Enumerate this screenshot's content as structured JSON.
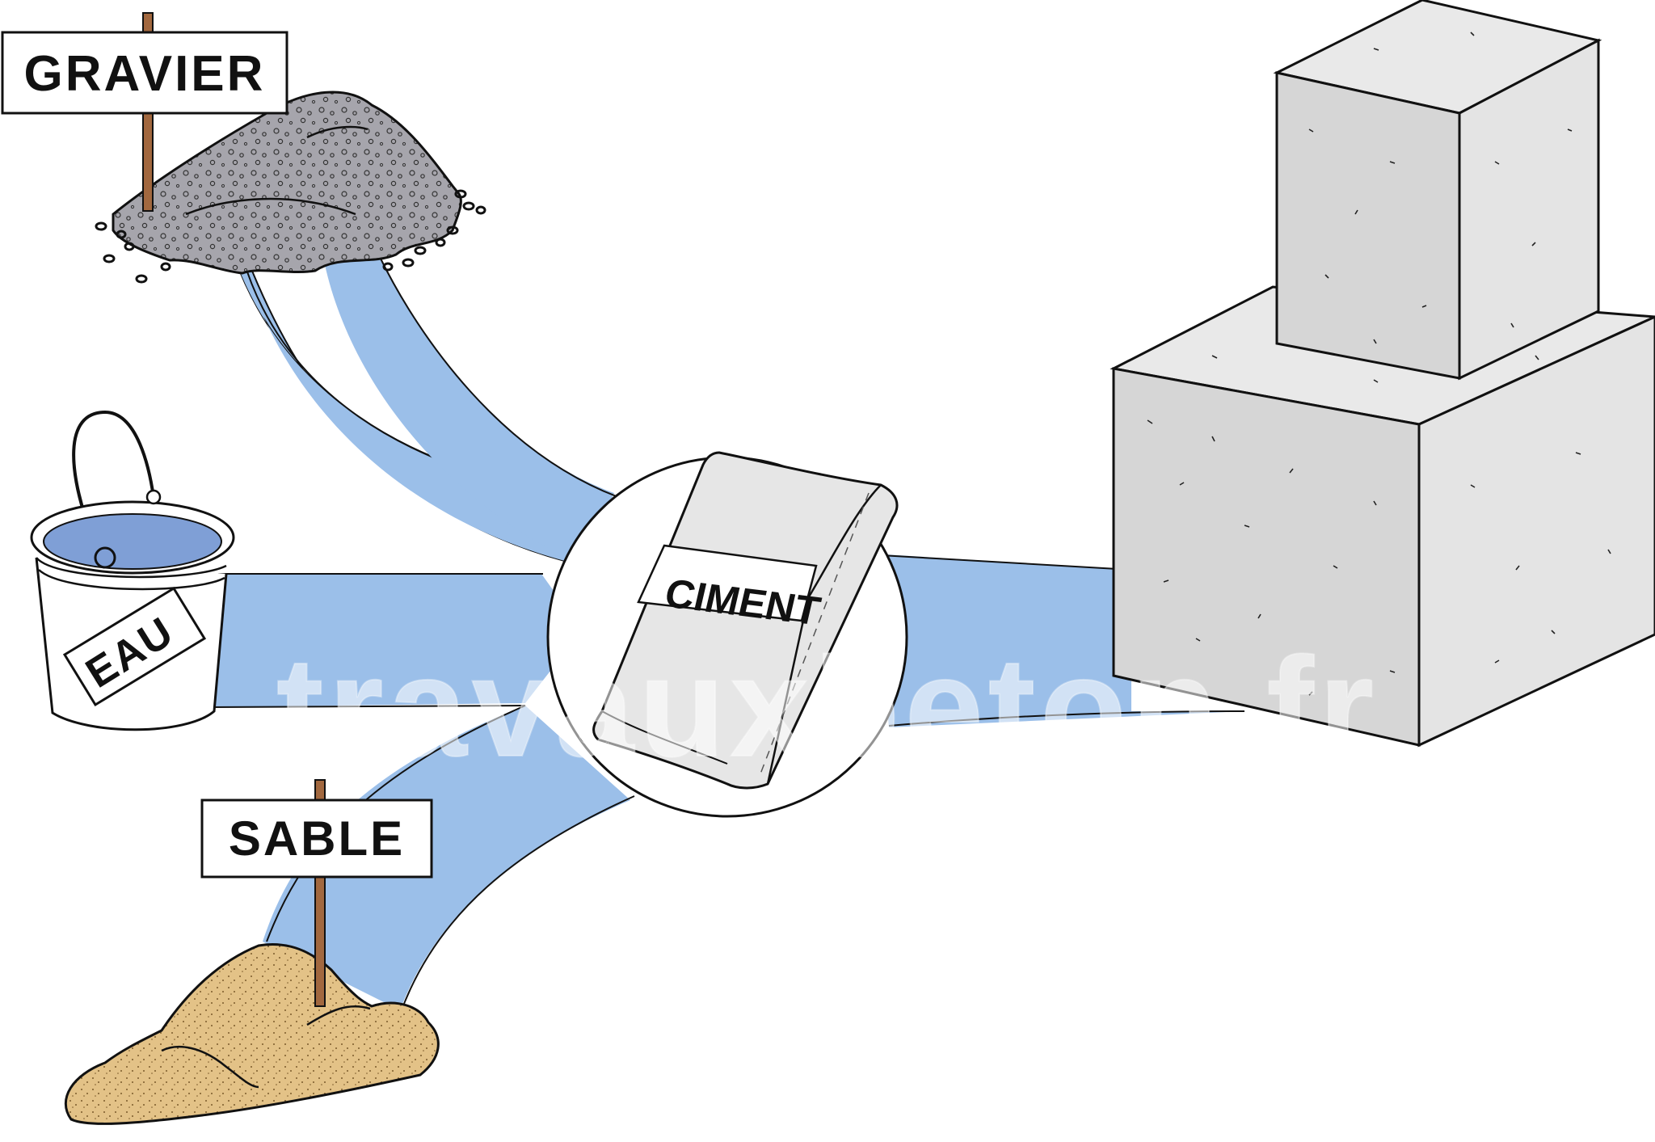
{
  "labels": {
    "gravel": "GRAVIER",
    "water": "EAU",
    "sand": "SABLE",
    "cement": "CIMENT"
  },
  "watermark": "travauxbeton.fr",
  "colors": {
    "flow": "#9bbfe9",
    "gravel": "#a6a5ac",
    "sand": "#e3c287",
    "water": "#7f9fd6",
    "concrete_front": "#d6d6d6",
    "concrete_top": "#e9e9e9",
    "concrete_side": "#e4e4e4",
    "outline": "#111111",
    "stake": "#a2683f"
  },
  "icons": [
    "gravel-pile-icon",
    "water-bucket-icon",
    "sand-pile-icon",
    "cement-bag-icon",
    "concrete-block-icon"
  ]
}
